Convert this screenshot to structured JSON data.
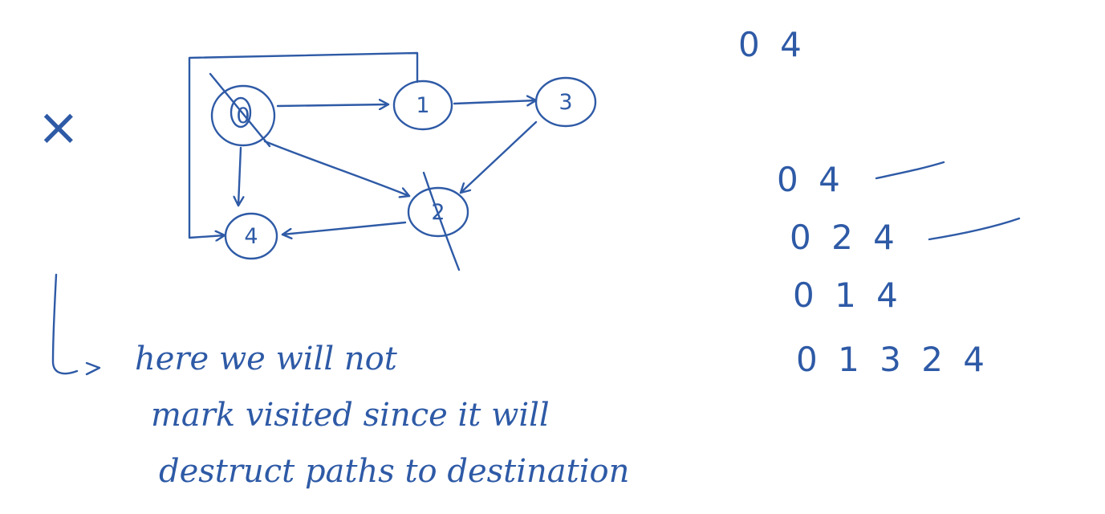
{
  "colors": {
    "ink": "#2e5aa6",
    "background": "#ffffff"
  },
  "cross_mark": "×",
  "graph": {
    "nodes": [
      {
        "id": "0",
        "label": "0"
      },
      {
        "id": "1",
        "label": "1"
      },
      {
        "id": "3",
        "label": "3"
      },
      {
        "id": "2",
        "label": "2"
      },
      {
        "id": "4",
        "label": "4"
      }
    ],
    "edges": [
      {
        "from": "0",
        "to": "1"
      },
      {
        "from": "1",
        "to": "3"
      },
      {
        "from": "3",
        "to": "2"
      },
      {
        "from": "0",
        "to": "2"
      },
      {
        "from": "0",
        "to": "4"
      },
      {
        "from": "2",
        "to": "4"
      },
      {
        "from": "1",
        "to": "4"
      }
    ]
  },
  "query": "0 4",
  "paths": [
    {
      "label": "0 4",
      "checked": true
    },
    {
      "label": "0 2 4",
      "checked": true
    },
    {
      "label": "0 1 4",
      "checked": false
    },
    {
      "label": "0 1 3 2 4",
      "checked": false
    }
  ],
  "note": {
    "lines": [
      "here we will not",
      "mark visited since it will",
      "destruct paths to destination"
    ]
  }
}
